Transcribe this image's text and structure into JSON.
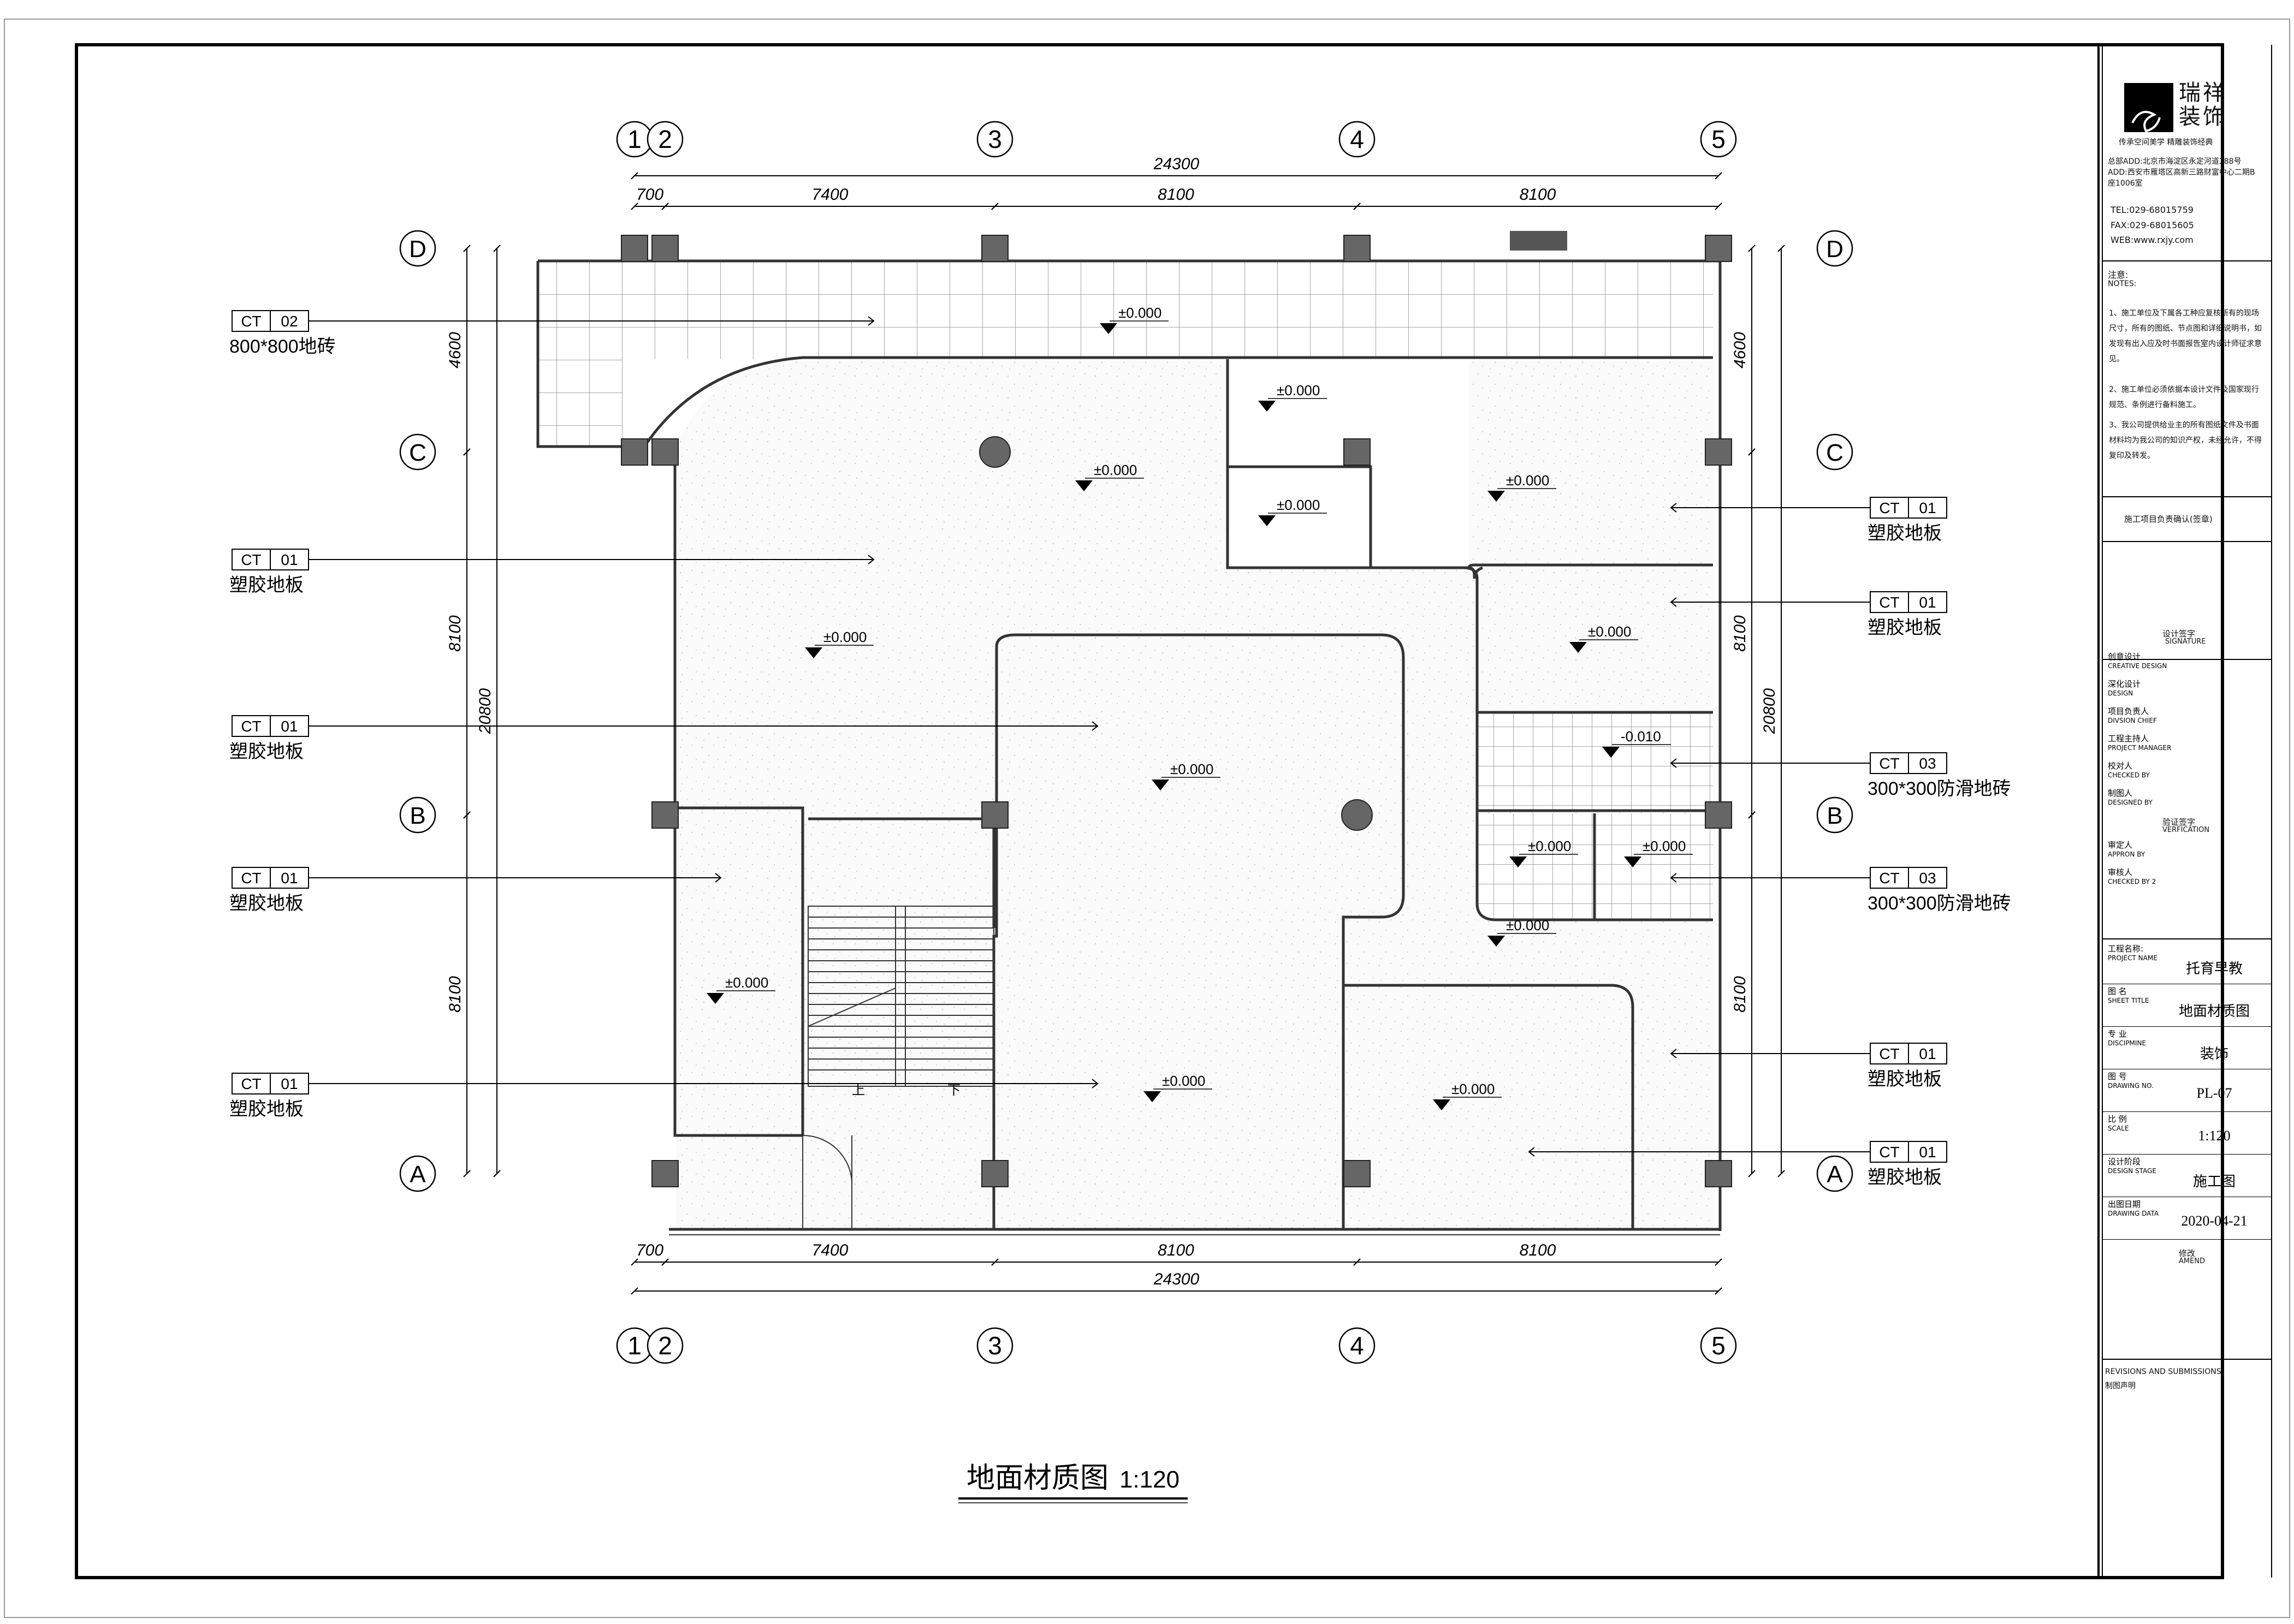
{
  "drawing": {
    "title": "地面材质图",
    "scale_suffix": "1:120",
    "grid_columns": [
      "1",
      "2",
      "3",
      "4",
      "5"
    ],
    "grid_rows": [
      "D",
      "C",
      "B",
      "A"
    ],
    "dims_top": {
      "total": "24300",
      "segments": [
        "700",
        "7400",
        "8100",
        "8100"
      ]
    },
    "dims_left": {
      "total": "20800",
      "segments": [
        "4600",
        "8100",
        "8100"
      ]
    },
    "dims_right": {
      "total": "20800",
      "segments": [
        "4600",
        "8100",
        "8100"
      ]
    },
    "levels": [
      "±0.000",
      "-0.010"
    ],
    "stair_up": "上",
    "stair_down": "下",
    "tags": [
      {
        "code": "CT",
        "num": "02",
        "label": "800*800地砖"
      },
      {
        "code": "CT",
        "num": "01",
        "label": "塑胶地板"
      },
      {
        "code": "CT",
        "num": "01",
        "label": "塑胶地板"
      },
      {
        "code": "CT",
        "num": "01",
        "label": "塑胶地板"
      },
      {
        "code": "CT",
        "num": "01",
        "label": "塑胶地板"
      },
      {
        "code": "CT",
        "num": "01",
        "label": "塑胶地板"
      },
      {
        "code": "CT",
        "num": "01",
        "label": "塑胶地板"
      },
      {
        "code": "CT",
        "num": "03",
        "label": "300*300防滑地砖"
      },
      {
        "code": "CT",
        "num": "03",
        "label": "300*300防滑地砖"
      },
      {
        "code": "CT",
        "num": "01",
        "label": "塑胶地板"
      },
      {
        "code": "CT",
        "num": "01",
        "label": "塑胶地板"
      }
    ]
  },
  "title_block": {
    "brand": "瑞祥装饰",
    "slogan": "传承空间美学  精雕装饰经典",
    "addr1": "总部ADD:北京市海淀区永定河道388号",
    "addr2": "ADD:西安市雁塔区高新三路财富中心二期B座1006室",
    "tel": "TEL:029-68015759",
    "fax": "FAX:029-68015605",
    "web": "WEB:www.rxjy.com",
    "notes_title": "注意:",
    "notes_en": "NOTES:",
    "notes": [
      "1、施工单位及下属各工种应复核所有的现场尺寸，所有的图纸、节点图和详细说明书，如发现有出入应及时书面报告室内设计师征求意见。",
      "2、施工单位必须依据本设计文件及国家现行规范、条例进行备料施工。",
      "3、我公司提供给业主的所有图纸文件及书面材料均为我公司的知识产权，未经允许，不得复印及转发。"
    ],
    "confirm": "施工项目负责确认(签章)",
    "signature_cn": "设计签字",
    "signature_en": "SIGNATURE",
    "roles": [
      {
        "cn": "创意设计",
        "en": "CREATIVE DESIGN"
      },
      {
        "cn": "深化设计",
        "en": "DESIGN"
      },
      {
        "cn": "项目负责人",
        "en": "DIVSION CHIEF"
      },
      {
        "cn": "工程主持人",
        "en": "PROJECT MANAGER"
      },
      {
        "cn": "校对人",
        "en": "CHECKED BY"
      },
      {
        "cn": "制图人",
        "en": "DESIGNED BY"
      }
    ],
    "verify_cn": "验证签字",
    "verify_en": "VERFICATION",
    "roles2": [
      {
        "cn": "审定人",
        "en": "APPRON BY"
      },
      {
        "cn": "审核人",
        "en": "CHECKED BY 2"
      }
    ],
    "fields": [
      {
        "cn": "工程名称:",
        "en": "PROJECT NAME",
        "value": "托育早教"
      },
      {
        "cn": "图 名",
        "en": "SHEET TITLE",
        "value": "地面材质图"
      },
      {
        "cn": "专 业",
        "en": "DISCIPMINE",
        "value": "装饰"
      },
      {
        "cn": "图 号",
        "en": "DRAWING NO.",
        "value": "PL-07"
      },
      {
        "cn": "比 例",
        "en": "SCALE",
        "value": "1:120"
      },
      {
        "cn": "设计阶段",
        "en": "DESIGN STAGE",
        "value": "施工图"
      },
      {
        "cn": "出图日期",
        "en": "DRAWING DATA",
        "value": "2020-04-21"
      }
    ],
    "amend_cn": "修改",
    "amend_en": "AMEND",
    "revisions_en": "REVISIONS AND SUBMISSIONS",
    "revisions_cn": "制图声明"
  }
}
